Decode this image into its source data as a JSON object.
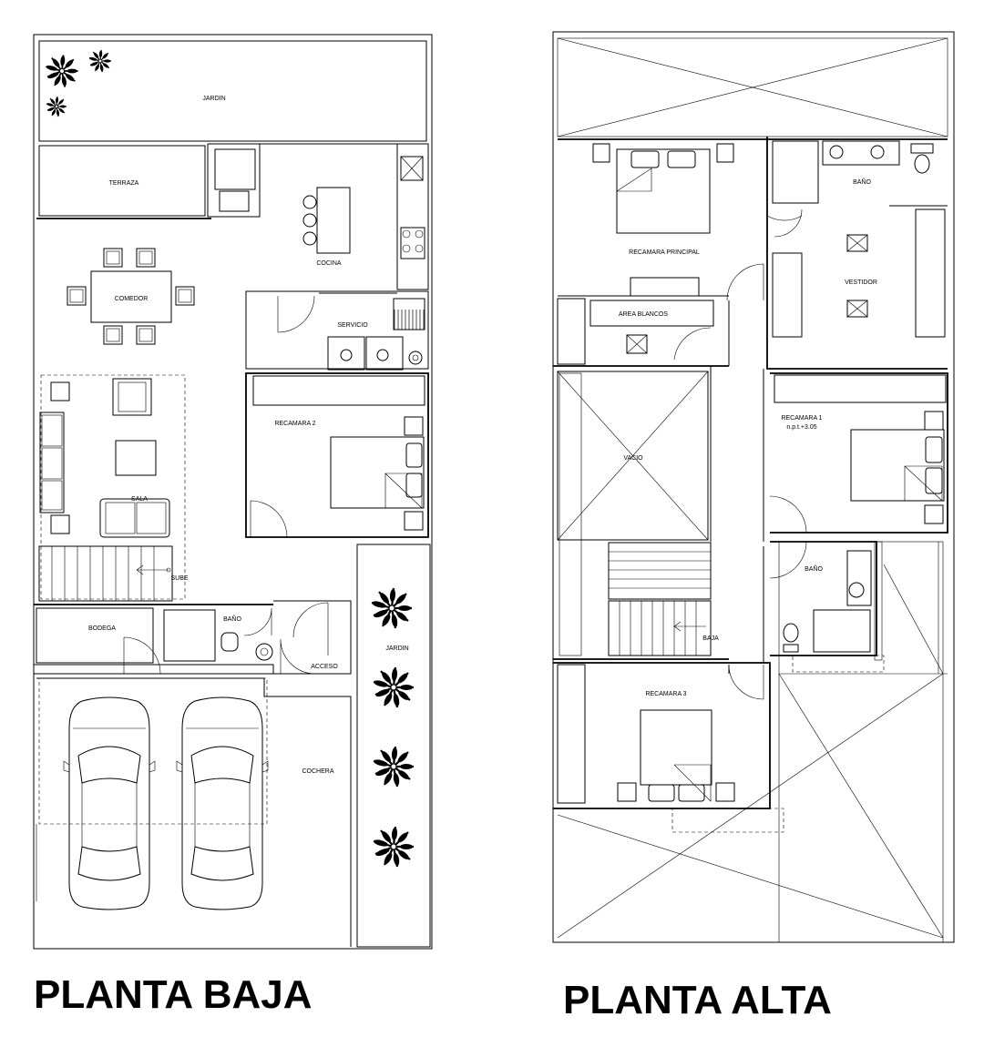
{
  "titles": {
    "ground": "PLANTA BAJA",
    "upper": "PLANTA ALTA"
  },
  "ground_floor": {
    "jardin_back": "JARDIN",
    "terraza": "TERRAZA",
    "cocina": "COCINA",
    "comedor": "COMEDOR",
    "servicio": "SERVICIO",
    "recamara_2": "RECAMARA 2",
    "sala": "SALA",
    "sube": "SUBE",
    "bodega": "BODEGA",
    "bano": "BAÑO",
    "acceso": "ACCESO",
    "jardin_side": "JARDIN",
    "cochera": "COCHERA"
  },
  "upper_floor": {
    "bano_master": "BAÑO",
    "recamara_principal": "RECAMARA PRINCIPAL",
    "vestidor": "VESTIDOR",
    "area_blancos": "AREA BLANCOS",
    "vacio": "VACIO",
    "recamara_1": "RECAMARA 1",
    "npt": "n.p.t.+3.05",
    "bano_2": "BAÑO",
    "baja": "BAJA",
    "recamara_3": "RECAMARA 3"
  }
}
